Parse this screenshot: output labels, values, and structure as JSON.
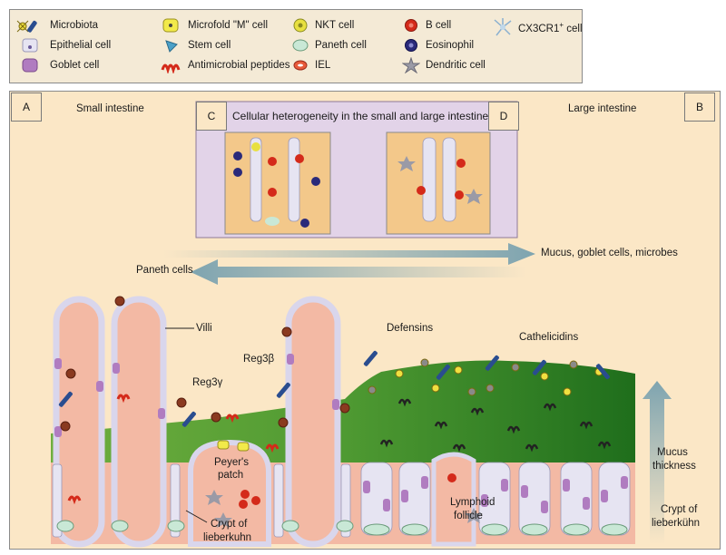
{
  "legend": {
    "items": [
      {
        "label": "Microbiota",
        "icon": "microbiota-icon"
      },
      {
        "label": "Epithelial cell",
        "icon": "epithelial-cell-icon"
      },
      {
        "label": "Goblet cell",
        "icon": "goblet-cell-icon"
      },
      {
        "label": "Microfold \"M\" cell",
        "icon": "microfold-cell-icon"
      },
      {
        "label": "Stem cell",
        "icon": "stem-cell-icon"
      },
      {
        "label": "Antimicrobial peptides",
        "icon": "antimicrobial-peptide-icon"
      },
      {
        "label": "NKT cell",
        "icon": "nkt-cell-icon"
      },
      {
        "label": "Paneth cell",
        "icon": "paneth-cell-icon"
      },
      {
        "label": "IEL",
        "icon": "iel-icon"
      },
      {
        "label": "B cell",
        "icon": "b-cell-icon"
      },
      {
        "label": "Eosinophil",
        "icon": "eosinophil-icon"
      },
      {
        "label": "Dendritic cell",
        "icon": "dendritic-cell-icon"
      },
      {
        "label": "CX3CR1",
        "sup": "+",
        "suffix": " cell",
        "icon": "cx3cr1-cell-icon"
      }
    ]
  },
  "panels": {
    "a": {
      "letter": "A",
      "title": "Small intestine"
    },
    "b": {
      "letter": "B",
      "title": "Large intestine"
    },
    "c": {
      "letter": "C"
    },
    "d": {
      "letter": "D"
    },
    "heterogeneity_title": "Cellular heterogeneity in the small and large intestine"
  },
  "gradients": {
    "right_arrow": "Mucus, goblet cells, microbes",
    "left_arrow": "Paneth cells",
    "up_arrow_line1": "Mucus",
    "up_arrow_line2": "thickness"
  },
  "labels": {
    "villi": "Villi",
    "reg3g": "Reg3γ",
    "reg3b": "Reg3β",
    "defensins": "Defensins",
    "cathelicidins": "Cathelicidins",
    "peyers_line1": "Peyer's",
    "peyers_line2": "patch",
    "crypt_left_line1": "Crypt of",
    "crypt_left_line2": "lieberkuhn",
    "lymphoid_line1": "Lymphoid",
    "lymphoid_line2": "follicle",
    "crypt_right_line1": "Crypt of",
    "crypt_right_line2": "lieberkühn"
  },
  "colors": {
    "tissue": "#f3b9a4",
    "background": "#fbe7c6",
    "mucus_green": "#5ca33a",
    "mucus_dark": "#2f7a22",
    "panel_purple": "#e2d3e8",
    "arrow": "#8fb0ba",
    "goblet": "#b07cc0",
    "paneth": "#c9e8d6",
    "epithelial": "#e6e4f2"
  }
}
